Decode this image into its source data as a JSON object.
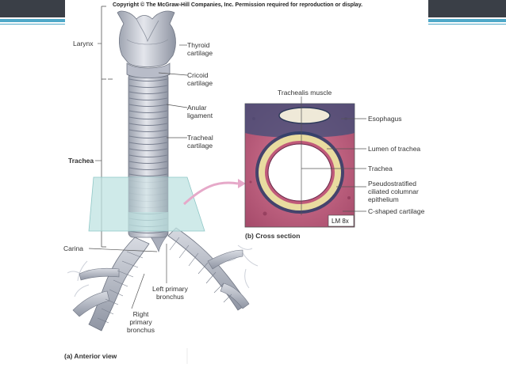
{
  "copyright": "Copyright © The McGraw-Hill Companies, Inc. Permission required for reproduction or display.",
  "labels": {
    "larynx": "Larynx",
    "thyroid": [
      "Thyroid",
      "cartilage"
    ],
    "cricoid": [
      "Cricoid",
      "cartilage"
    ],
    "anular": [
      "Anular",
      "ligament"
    ],
    "tracheal_cart": [
      "Tracheal",
      "cartilage"
    ],
    "trachea_left": "Trachea",
    "carina": "Carina",
    "left_primary": [
      "Left primary",
      "bronchus"
    ],
    "right_primary": [
      "Right",
      "primary",
      "bronchus"
    ],
    "trachealis": "Trachealis muscle",
    "esophagus": "Esophagus",
    "lumen": "Lumen of trachea",
    "trachea_right": "Trachea",
    "pseudo": [
      "Pseudostratified",
      "ciliated columnar",
      "epithelium"
    ],
    "c_shaped": "C-shaped cartilage",
    "lm": "LM 8x",
    "cross_section": "(b) Cross section",
    "anterior_view": "(a) Anterior view"
  },
  "colors": {
    "accent_blue": "#4fa8c8",
    "dark_bar": "#3a3f47",
    "cartilage": "#c9ccd6",
    "histology_pink": "#c05a7a",
    "histology_cream": "#e9dca0",
    "plane": "#bfe3e2"
  }
}
